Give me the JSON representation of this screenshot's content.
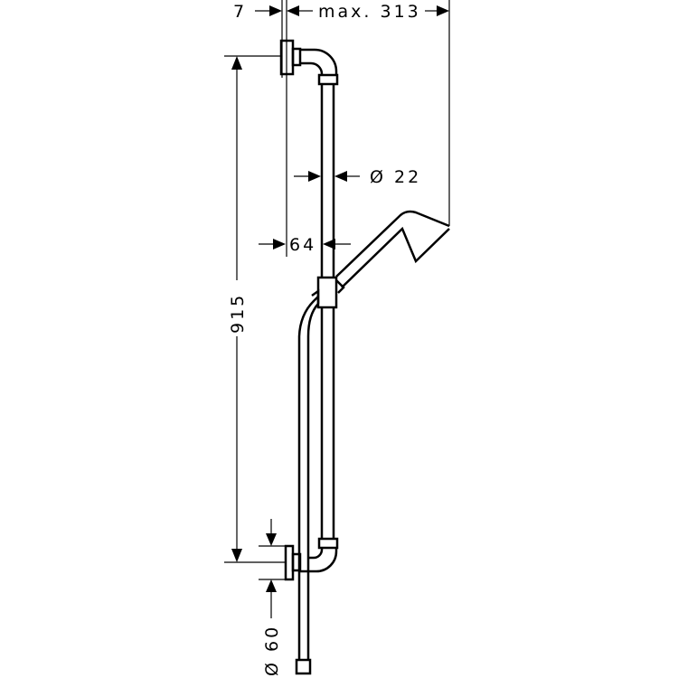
{
  "dimensions": {
    "flange_depth": "7",
    "max_projection": "max. 313",
    "rail_diameter": "Ø 22",
    "rail_offset": "64",
    "rail_length": "915",
    "flange_diameter": "Ø 60"
  },
  "colors": {
    "line": "#000000",
    "background": "#ffffff"
  }
}
